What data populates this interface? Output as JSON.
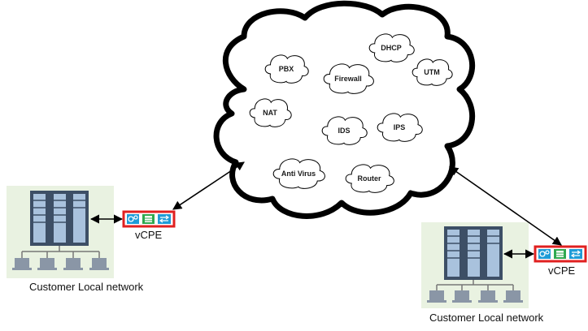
{
  "cloud": {
    "services": [
      {
        "id": "pbx",
        "label": "PBX"
      },
      {
        "id": "firewall",
        "label": "Firewall"
      },
      {
        "id": "dhcp",
        "label": "DHCP"
      },
      {
        "id": "utm",
        "label": "UTM"
      },
      {
        "id": "nat",
        "label": "NAT"
      },
      {
        "id": "ids",
        "label": "IDS"
      },
      {
        "id": "ips",
        "label": "IPS"
      },
      {
        "id": "antivirus",
        "label": "Anti Virus"
      },
      {
        "id": "router",
        "label": "Router"
      }
    ]
  },
  "left_site": {
    "device_label": "vCPE",
    "network_label": "Customer Local network"
  },
  "right_site": {
    "device_label": "vCPE",
    "network_label": "Customer Local network"
  },
  "colors": {
    "device_border": "#e02020",
    "device_icon_bg": "#1e9bd7",
    "device_icon_bg2": "#2fa84f",
    "network_panel_bg": "#e9f2e1",
    "server_dark": "#3d4f66",
    "server_light": "#a9c2dd"
  }
}
